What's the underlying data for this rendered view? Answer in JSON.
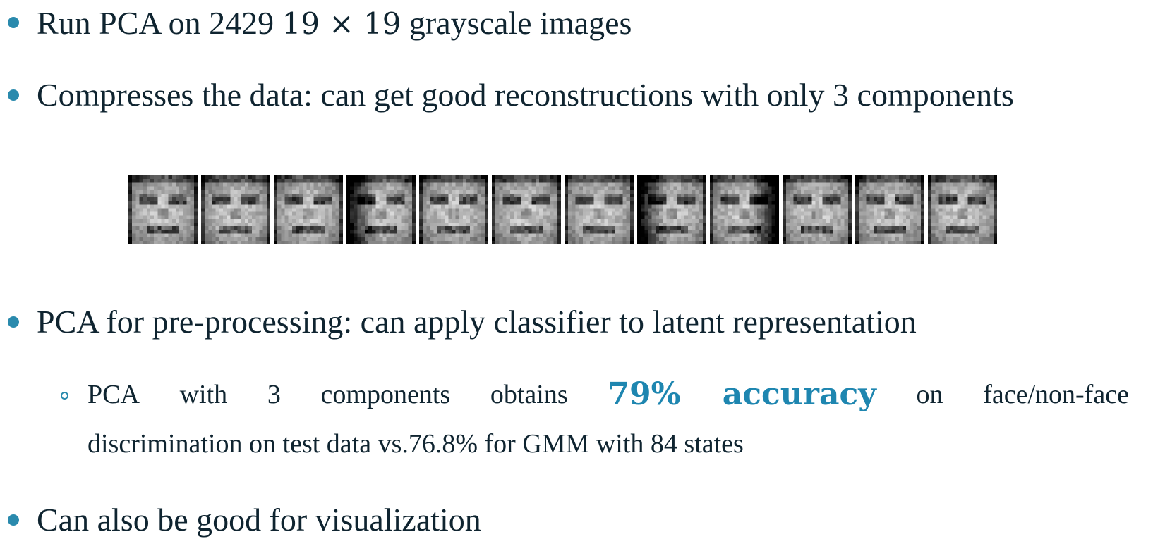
{
  "bullets": [
    {
      "pre": "Run PCA on 2429 ",
      "math": "19 × 19",
      "post": " grayscale images"
    },
    {
      "text": "Compresses the data: can get good reconstructions with only 3 components"
    },
    {
      "text": "PCA for pre-processing: can apply classifier to latent representation"
    },
    {
      "text": "Can also be good for visualization"
    }
  ],
  "sub": {
    "words": [
      "PCA",
      "with",
      "3",
      "components",
      "obtains"
    ],
    "accent": "79% accuracy",
    "tail1": [
      "on",
      "face/non-face"
    ],
    "line2": "discrimination on test data vs.76.8% for GMM with 84 states"
  },
  "colors": {
    "bullet": "#2a8aad",
    "accent": "#1e86b0",
    "text": "#0f2430"
  },
  "faces": {
    "count": 12,
    "icon": "grayscale-face-thumbnail"
  }
}
